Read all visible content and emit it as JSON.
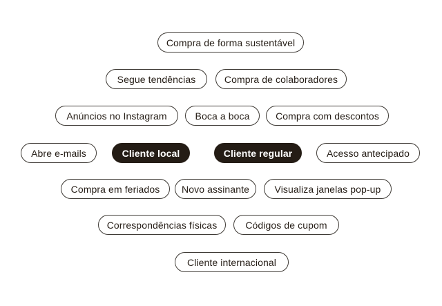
{
  "colors": {
    "background": "#ffffff",
    "chip_border": "#3f3b36",
    "chip_text": "#241c15",
    "chip_filled_bg": "#241c15",
    "chip_filled_text": "#ffffff"
  },
  "chips": [
    {
      "label": "Compra de forma sustentável",
      "variant": "outline"
    },
    {
      "label": "Segue tendências",
      "variant": "outline"
    },
    {
      "label": "Compra de colaboradores",
      "variant": "outline"
    },
    {
      "label": "Anúncios no Instagram",
      "variant": "outline"
    },
    {
      "label": "Boca a boca",
      "variant": "outline"
    },
    {
      "label": "Compra com descontos",
      "variant": "outline"
    },
    {
      "label": "Abre e-mails",
      "variant": "outline"
    },
    {
      "label": "Cliente local",
      "variant": "filled"
    },
    {
      "label": "Cliente regular",
      "variant": "filled"
    },
    {
      "label": "Acesso antecipado",
      "variant": "outline"
    },
    {
      "label": "Compra em feriados",
      "variant": "outline"
    },
    {
      "label": "Novo assinante",
      "variant": "outline"
    },
    {
      "label": "Visualiza janelas pop-up",
      "variant": "outline"
    },
    {
      "label": "Correspondências físicas",
      "variant": "outline"
    },
    {
      "label": "Códigos de cupom",
      "variant": "outline"
    },
    {
      "label": "Cliente internacional",
      "variant": "outline"
    }
  ]
}
